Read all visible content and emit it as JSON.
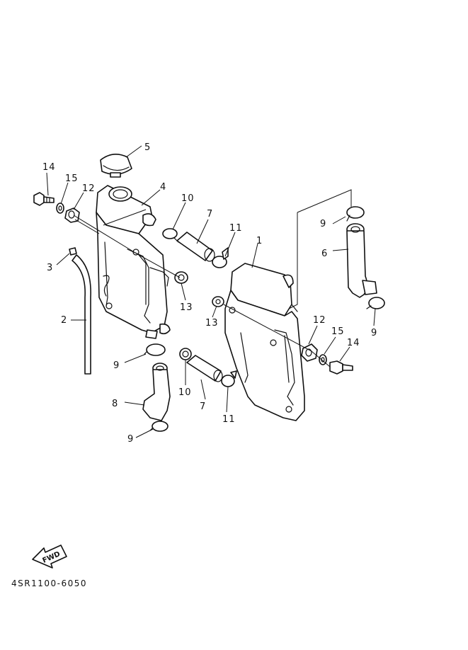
{
  "diagram": {
    "drawing_code": "4SR1100-6050",
    "fwd_label": "FWD",
    "callouts": {
      "c1": "1",
      "c2": "2",
      "c3": "3",
      "c4": "4",
      "c5": "5",
      "c6": "6",
      "c7a": "7",
      "c7b": "7",
      "c8": "8",
      "c9a": "9",
      "c9b": "9",
      "c9c": "9",
      "c9d": "9",
      "c10a": "10",
      "c10b": "10",
      "c11a": "11",
      "c11b": "11",
      "c12a": "12",
      "c12b": "12",
      "c13a": "13",
      "c13b": "13",
      "c14a": "14",
      "c14b": "14",
      "c15a": "15",
      "c15b": "15"
    },
    "colors": {
      "ink": "#111111",
      "paper": "#ffffff"
    }
  }
}
